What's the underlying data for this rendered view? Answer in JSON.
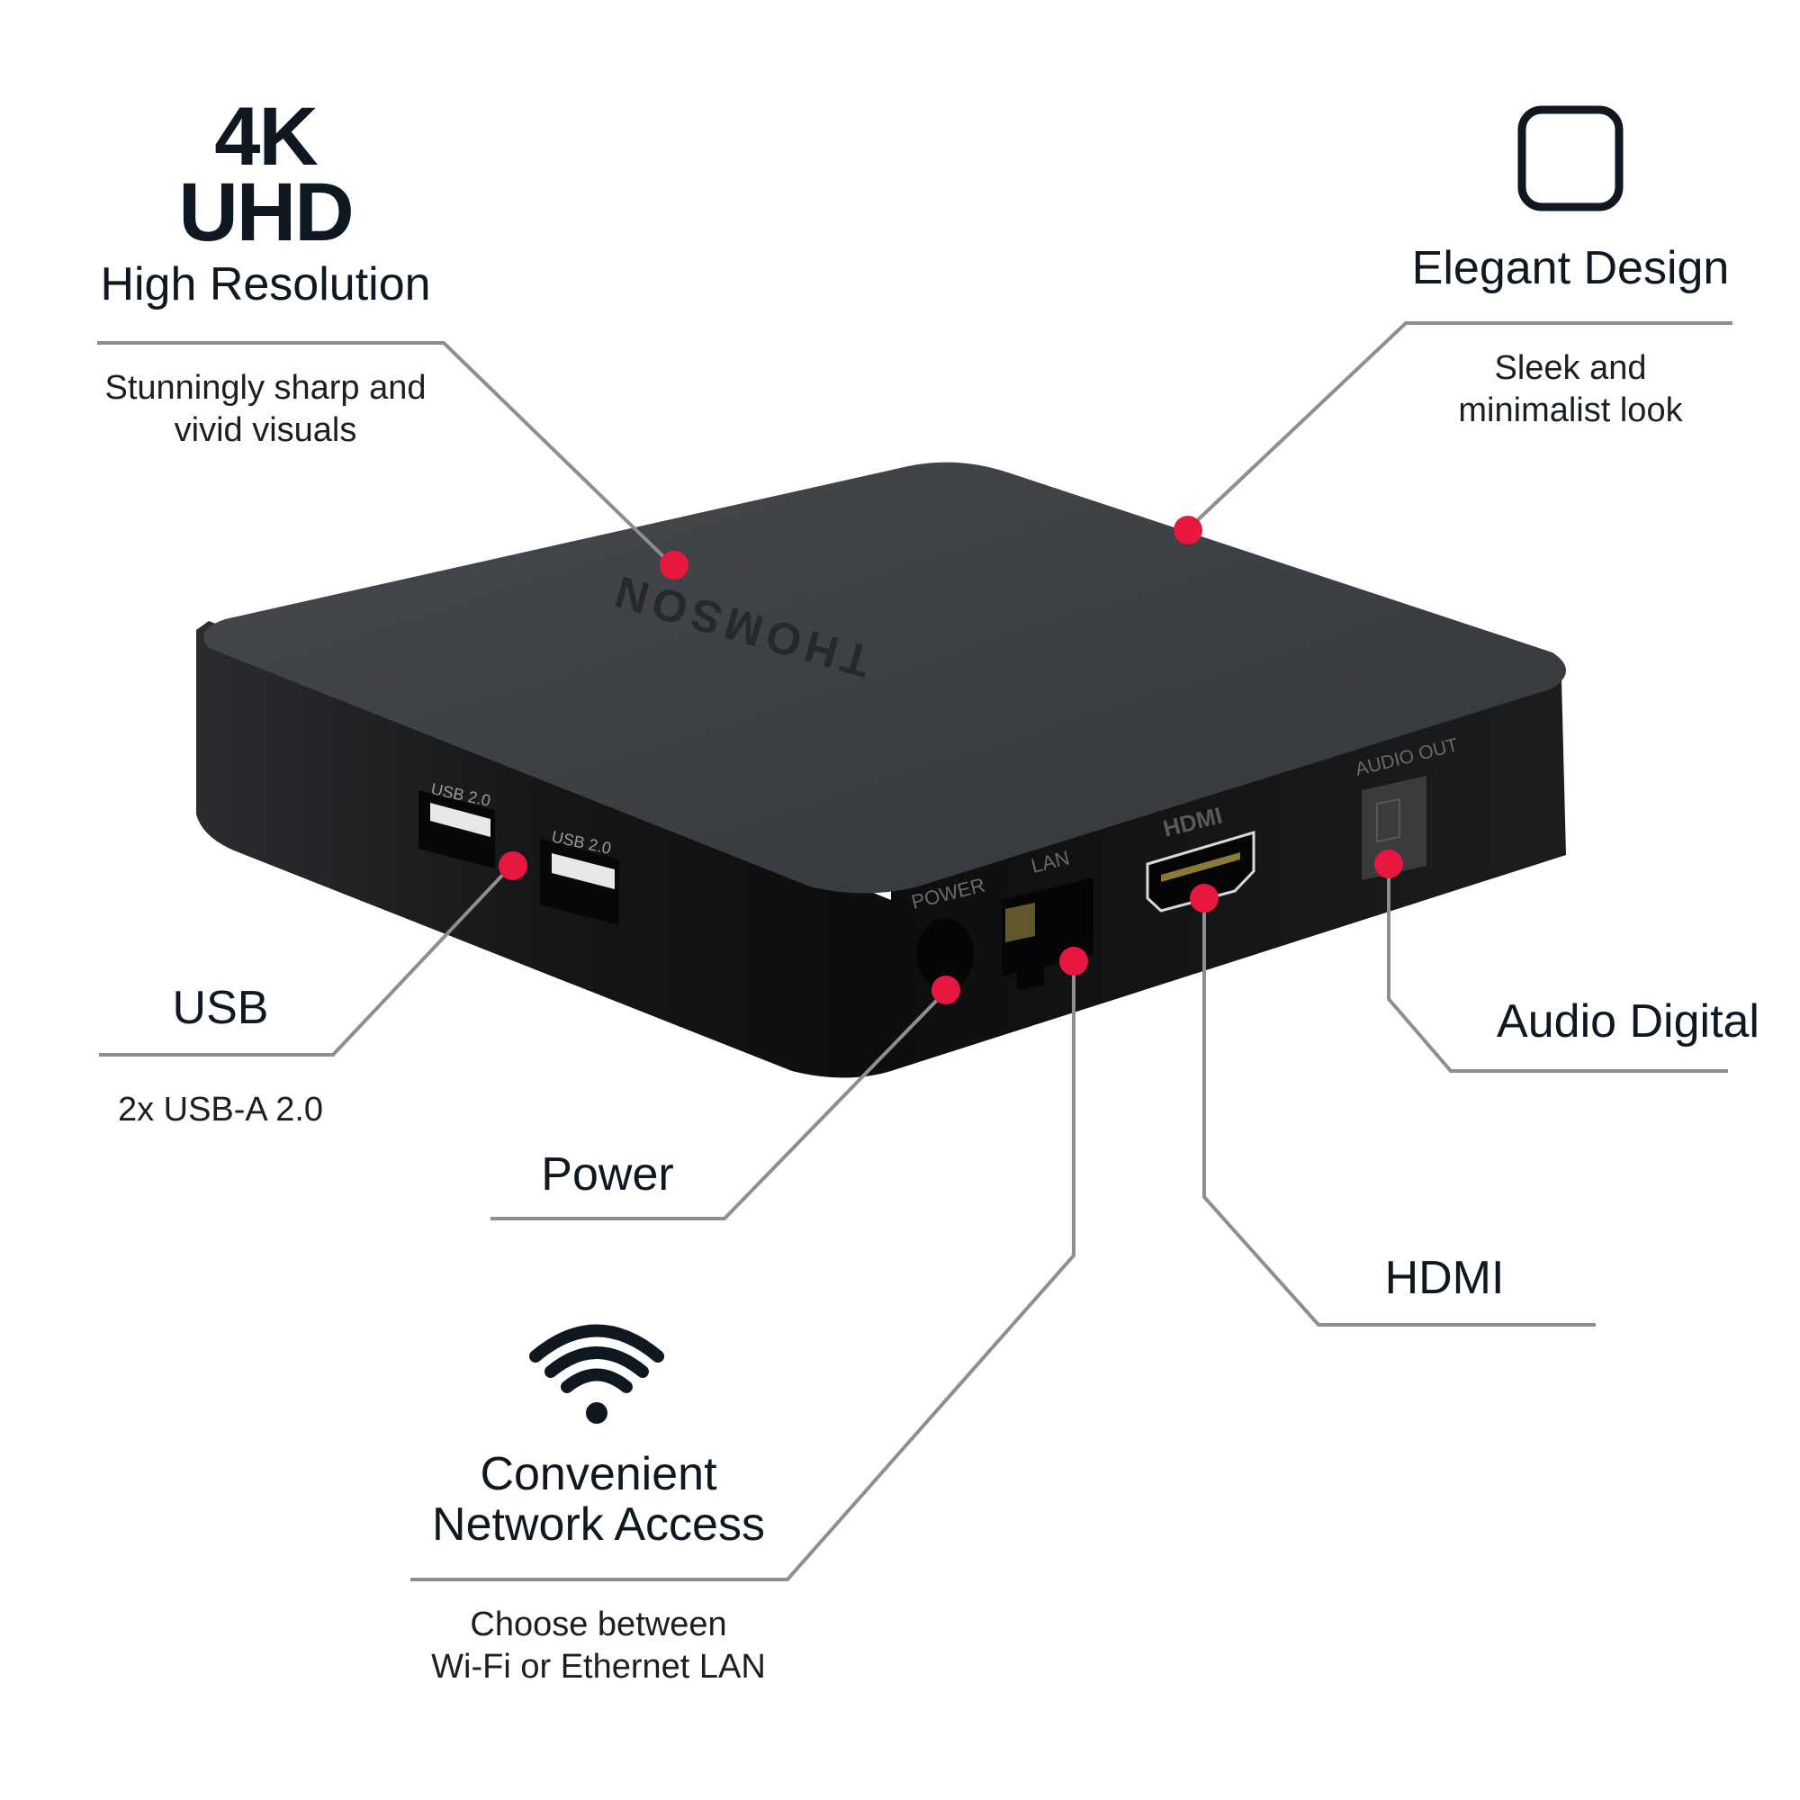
{
  "features": {
    "resolution": {
      "headline_line1": "4K",
      "headline_line2": "UHD",
      "title": "High Resolution",
      "desc_line1": "Stunningly sharp and",
      "desc_line2": "vivid visuals"
    },
    "design": {
      "icon": "rounded-square-icon",
      "title": "Elegant Design",
      "desc_line1": "Sleek and",
      "desc_line2": "minimalist look"
    },
    "usb": {
      "title": "USB",
      "desc": "2x USB-A 2.0"
    },
    "power": {
      "title": "Power"
    },
    "network": {
      "icon": "wifi-icon",
      "title_line1": "Convenient",
      "title_line2": "Network Access",
      "desc_line1": "Choose between",
      "desc_line2": "Wi-Fi or Ethernet LAN"
    },
    "hdmi": {
      "title": "HDMI"
    },
    "audio": {
      "title": "Audio Digital"
    }
  },
  "device": {
    "brand": "THOMSON",
    "port_labels": {
      "usb1": "USB 2.0",
      "usb2": "USB 2.0",
      "power": "POWER",
      "lan": "LAN",
      "hdmi": "HDMI",
      "audio": "AUDIO OUT"
    }
  },
  "colors": {
    "marker": "#e8173f",
    "leader_line": "#8e8e8e",
    "text": "#0f1720",
    "device_top": "#3a3d41",
    "device_side": "#141516"
  }
}
